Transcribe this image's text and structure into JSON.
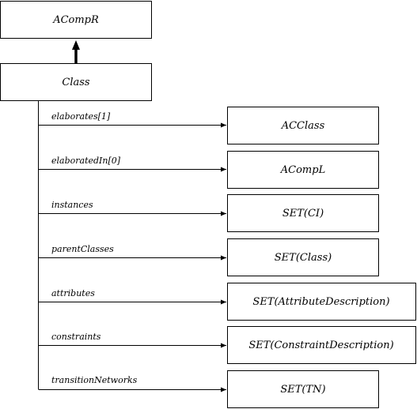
{
  "diagram": {
    "super_node": {
      "label": "ACompR"
    },
    "class_node": {
      "label": "Class"
    },
    "relations": [
      {
        "label": "elaborates[1]",
        "target": "ACClass"
      },
      {
        "label": "elaboratedIn[0]",
        "target": "ACompL"
      },
      {
        "label": "instances",
        "target": "SET(CI)"
      },
      {
        "label": "parentClasses",
        "target": "SET(Class)"
      },
      {
        "label": "attributes",
        "target": "SET(AttributeDescription)"
      },
      {
        "label": "constraints",
        "target": "SET(ConstraintDescription)"
      },
      {
        "label": "transitionNetworks",
        "target": "SET(TN)"
      }
    ]
  }
}
